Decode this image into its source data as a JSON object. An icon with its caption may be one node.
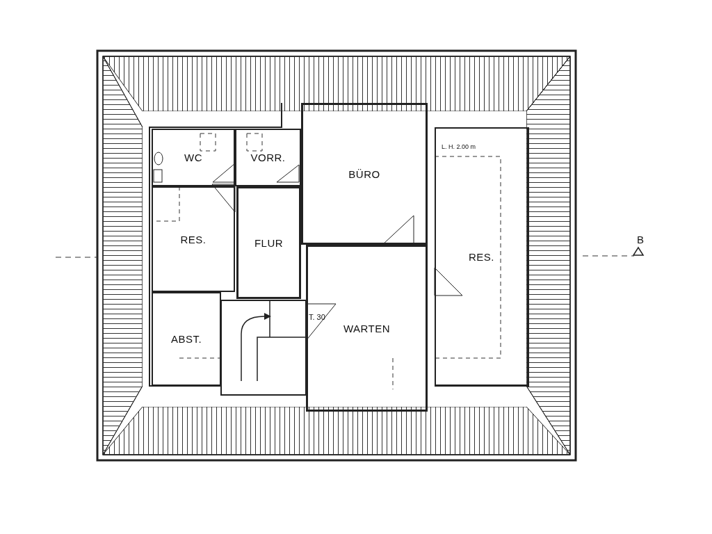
{
  "diagram": {
    "nodes": [
      {
        "text": [
          "WC"
        ]
      },
      {
        "text": [
          "VORR."
        ]
      },
      {
        "text": [
          "BÜRO"
        ]
      },
      {
        "text": [
          "RES."
        ]
      },
      {
        "text": [
          "FLUR"
        ]
      },
      {
        "text": [
          "RES."
        ]
      },
      {
        "text": [
          "ABST."
        ]
      },
      {
        "text": [
          "WARTEN"
        ]
      }
    ],
    "labels": [
      "L. H. 2.00 m",
      "T. 30",
      "B"
    ]
  }
}
